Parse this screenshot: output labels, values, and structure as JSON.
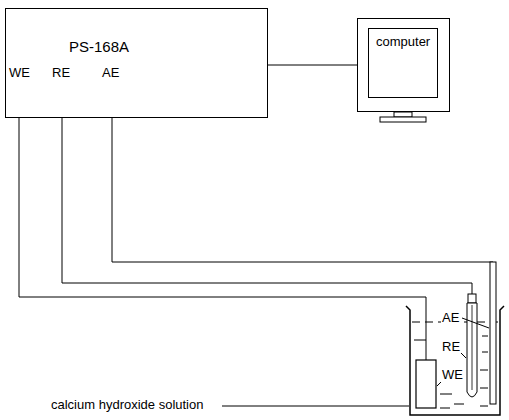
{
  "diagram": {
    "nodes": [
      {
        "text": [
          "PS-168A"
        ]
      },
      {
        "text": [
          "computer"
        ]
      }
    ],
    "edges": [
      {
        "from": 0,
        "to": 1,
        "arrow": "none"
      }
    ],
    "labels": [
      "WE",
      "RE",
      "AE",
      "AE",
      "RE",
      "WE",
      "calcium hydroxide solution"
    ]
  }
}
